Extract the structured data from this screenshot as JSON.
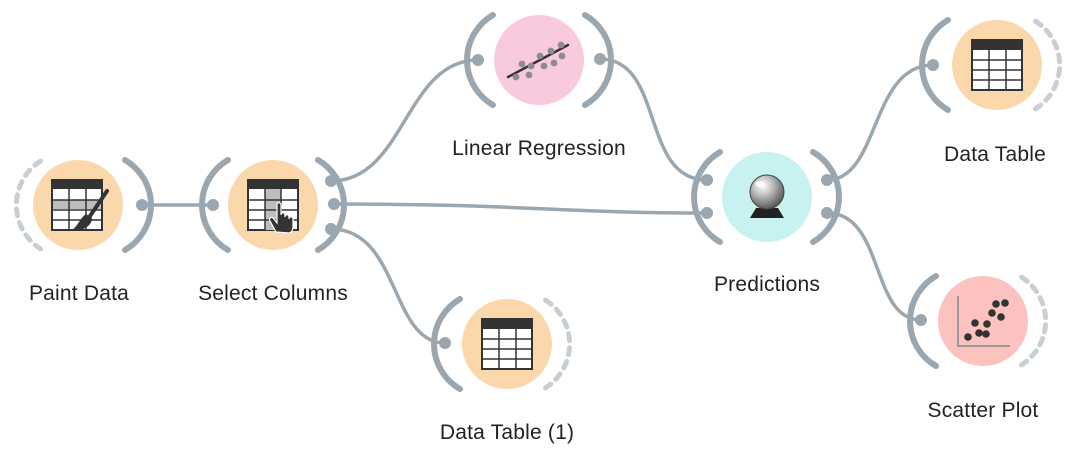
{
  "colors": {
    "data_widget": "#fbd8ab",
    "model_widget": "#f9c9de",
    "predict_widget": "#c8f1f1",
    "visualize_widget": "#fbc2bf",
    "channel": "#9aa7b0",
    "icon_dark": "#333333"
  },
  "nodes": [
    {
      "id": "paint-data",
      "label": "Paint Data",
      "icon": "paint-data-icon"
    },
    {
      "id": "select-columns",
      "label": "Select Columns",
      "icon": "select-columns-icon"
    },
    {
      "id": "linear-regression",
      "label": "Linear Regression",
      "icon": "linear-regression-icon"
    },
    {
      "id": "predictions",
      "label": "Predictions",
      "icon": "crystal-ball-icon"
    },
    {
      "id": "data-table",
      "label": "Data Table",
      "icon": "data-table-icon"
    },
    {
      "id": "data-table-1",
      "label": "Data Table (1)",
      "icon": "data-table-icon"
    },
    {
      "id": "scatter-plot",
      "label": "Scatter Plot",
      "icon": "scatter-plot-icon"
    }
  ],
  "links": [
    {
      "from": "paint-data",
      "to": "select-columns"
    },
    {
      "from": "select-columns",
      "to": "linear-regression"
    },
    {
      "from": "select-columns",
      "to": "predictions"
    },
    {
      "from": "select-columns",
      "to": "data-table-1"
    },
    {
      "from": "linear-regression",
      "to": "predictions"
    },
    {
      "from": "predictions",
      "to": "data-table"
    },
    {
      "from": "predictions",
      "to": "scatter-plot"
    }
  ]
}
